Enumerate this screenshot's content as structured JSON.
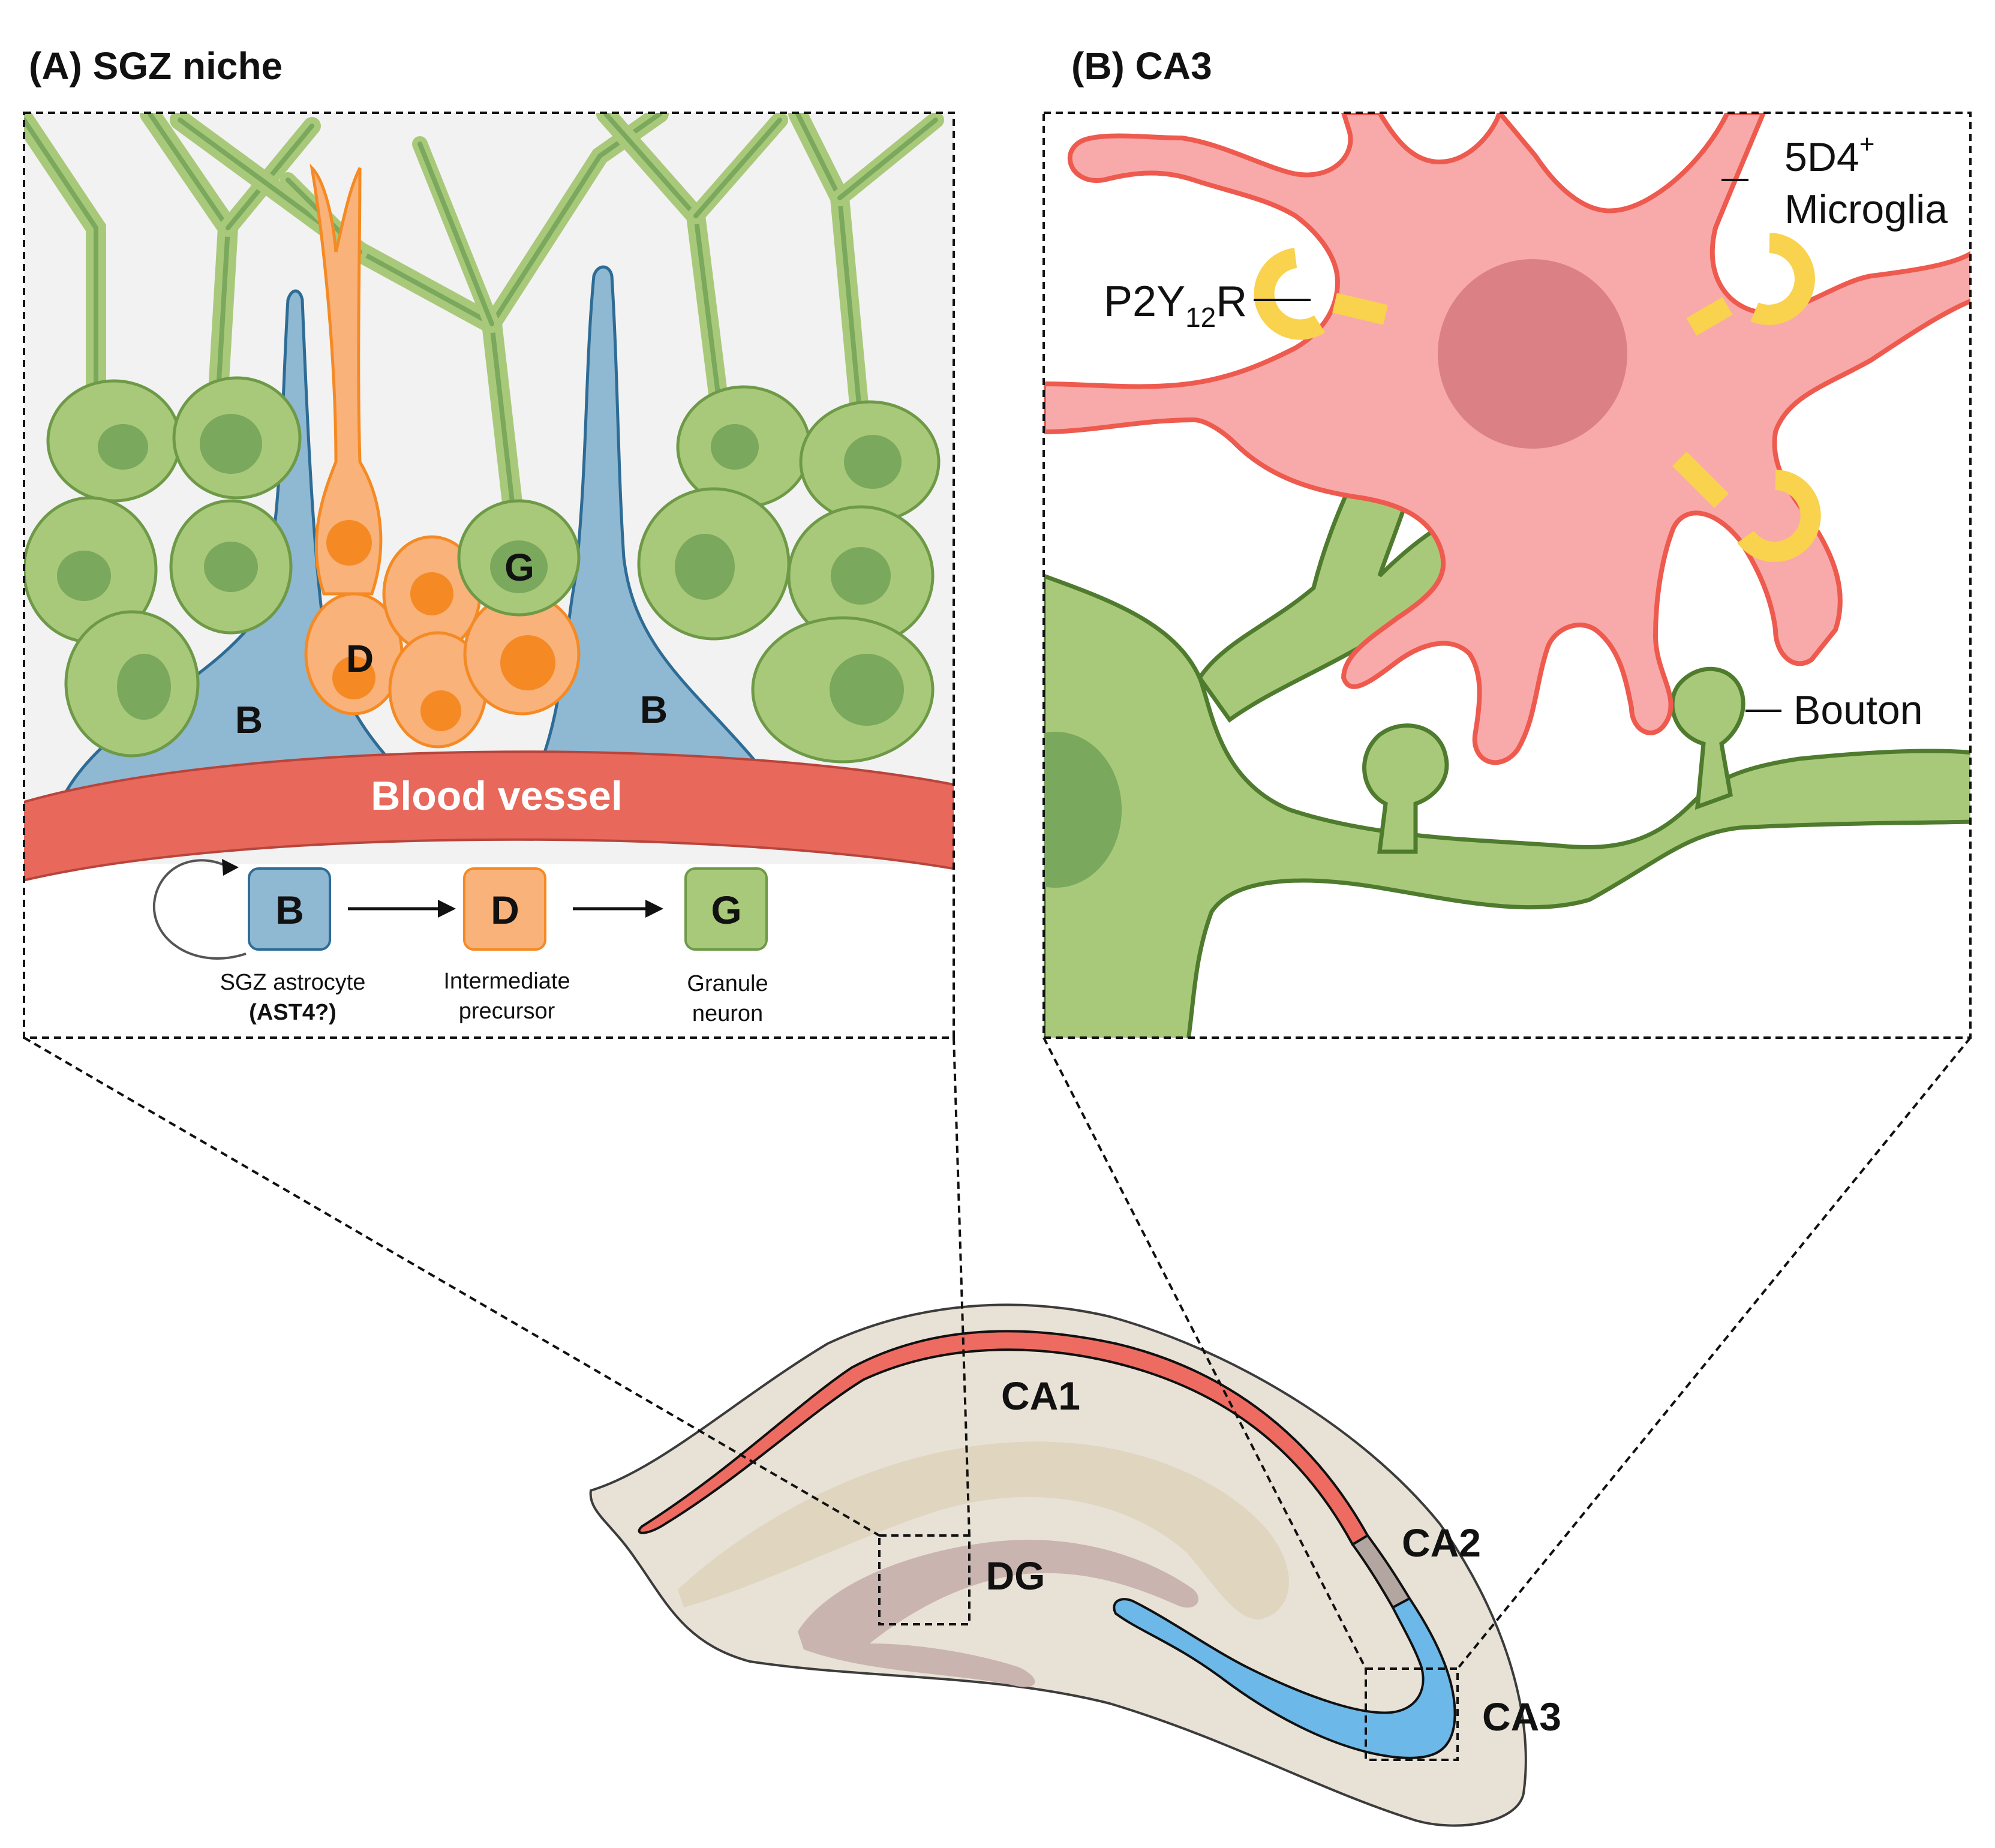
{
  "panel_a": {
    "title": "(A) SGZ niche",
    "cell_labels": {
      "B": "B",
      "D": "D",
      "G": "G"
    },
    "vessel_label": "Blood vessel",
    "lineage": {
      "boxes": [
        "B",
        "D",
        "G"
      ],
      "captions": {
        "astro_line1": "SGZ astrocyte",
        "astro_line2": "(AST4?)",
        "inter_line1": "Intermediate",
        "inter_line2": "precursor",
        "gran_line1": "Granule",
        "gran_line2": "neuron"
      }
    }
  },
  "panel_b": {
    "title": "(B) CA3",
    "microglia_label_line1_main": "5D4",
    "microglia_label_line1_sup": "+",
    "microglia_label_line2": "Microglia",
    "receptor_main": "P2Y",
    "receptor_sub": "12",
    "receptor_tail": "R",
    "bouton_label": "Bouton"
  },
  "hippocampus": {
    "regions": {
      "ca1": "CA1",
      "ca2": "CA2",
      "ca3": "CA3",
      "dg": "DG"
    }
  },
  "colors": {
    "granule_green": "#a9c97a",
    "granule_nucleus": "#7aa85c",
    "astro_blue": "#8fb8d3",
    "precursor_orange": "#f8b27a",
    "precursor_nucleus": "#f58a24",
    "vessel_red": "#e8685c",
    "microglia_pink": "#f8aaaa",
    "microglia_outline": "#ee5a4e",
    "receptor_yellow": "#f9d24e",
    "ca3_blue": "#6cb8e8",
    "ca2_gray": "#b3a6a1",
    "tissue_beige": "#e8e2d6"
  }
}
